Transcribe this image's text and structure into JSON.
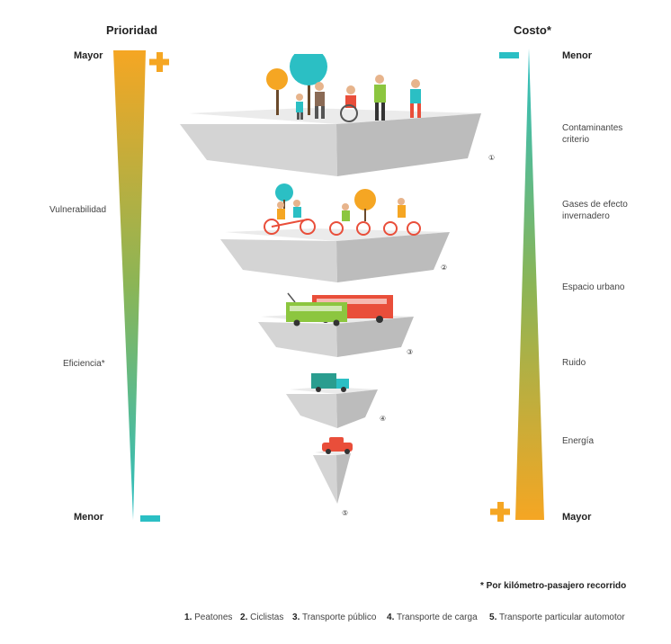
{
  "prioridad": {
    "header": "Prioridad",
    "top_label": "Mayor",
    "bottom_label": "Menor",
    "criteria": [
      "Vulnerabilidad",
      "Eficiencia*"
    ]
  },
  "costo": {
    "header": "Costo*",
    "top_label": "Menor",
    "bottom_label": "Mayor",
    "criteria": [
      "Contaminantes criterio",
      "Gases de efecto invernadero",
      "Espacio urbano",
      "Ruido",
      "Energía"
    ]
  },
  "levels": [
    {
      "num": "1",
      "label": "Peatones"
    },
    {
      "num": "2",
      "label": "Ciclistas"
    },
    {
      "num": "3",
      "label": "Transporte público"
    },
    {
      "num": "4",
      "label": "Transporte de carga"
    },
    {
      "num": "5",
      "label": "Transporte particular automotor"
    }
  ],
  "note": "* Por kilómetro-pasajero recorrido",
  "colors": {
    "orange": "#f5a623",
    "teal": "#2bbfc4",
    "shelf_top": "#ebebeb",
    "shelf_front": "#d3d3d3",
    "shelf_side": "#bdbdbd"
  }
}
